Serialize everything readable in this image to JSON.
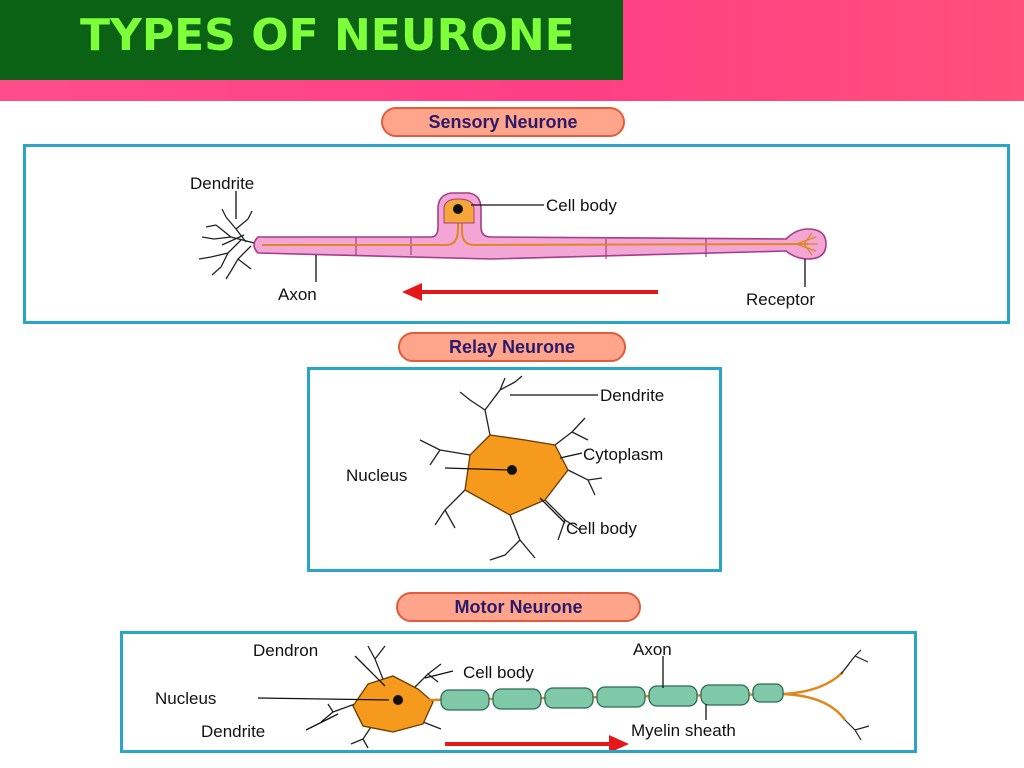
{
  "slide": {
    "title": "TYPES OF NEURONE",
    "colors": {
      "title_bg": "#0b6114",
      "title_text": "#7dff39",
      "band": "#ff4d8a",
      "pill_bg": "#ffa58c",
      "panel_border": "#2aa5c8",
      "arrow": "#e41818"
    }
  },
  "sensory": {
    "heading": "Sensory Neurone",
    "labels": {
      "dendrite": "Dendrite",
      "cell_body": "Cell body",
      "axon": "Axon",
      "receptor": "Receptor"
    }
  },
  "relay": {
    "heading": "Relay Neurone",
    "labels": {
      "dendrite": "Dendrite",
      "cytoplasm": "Cytoplasm",
      "nucleus": "Nucleus",
      "cell_body": "Cell body"
    }
  },
  "motor": {
    "heading": "Motor Neurone",
    "labels": {
      "dendron": "Dendron",
      "cell_body": "Cell body",
      "axon": "Axon",
      "nucleus": "Nucleus",
      "dendrite": "Dendrite",
      "myelin_sheath": "Myelin sheath"
    }
  }
}
